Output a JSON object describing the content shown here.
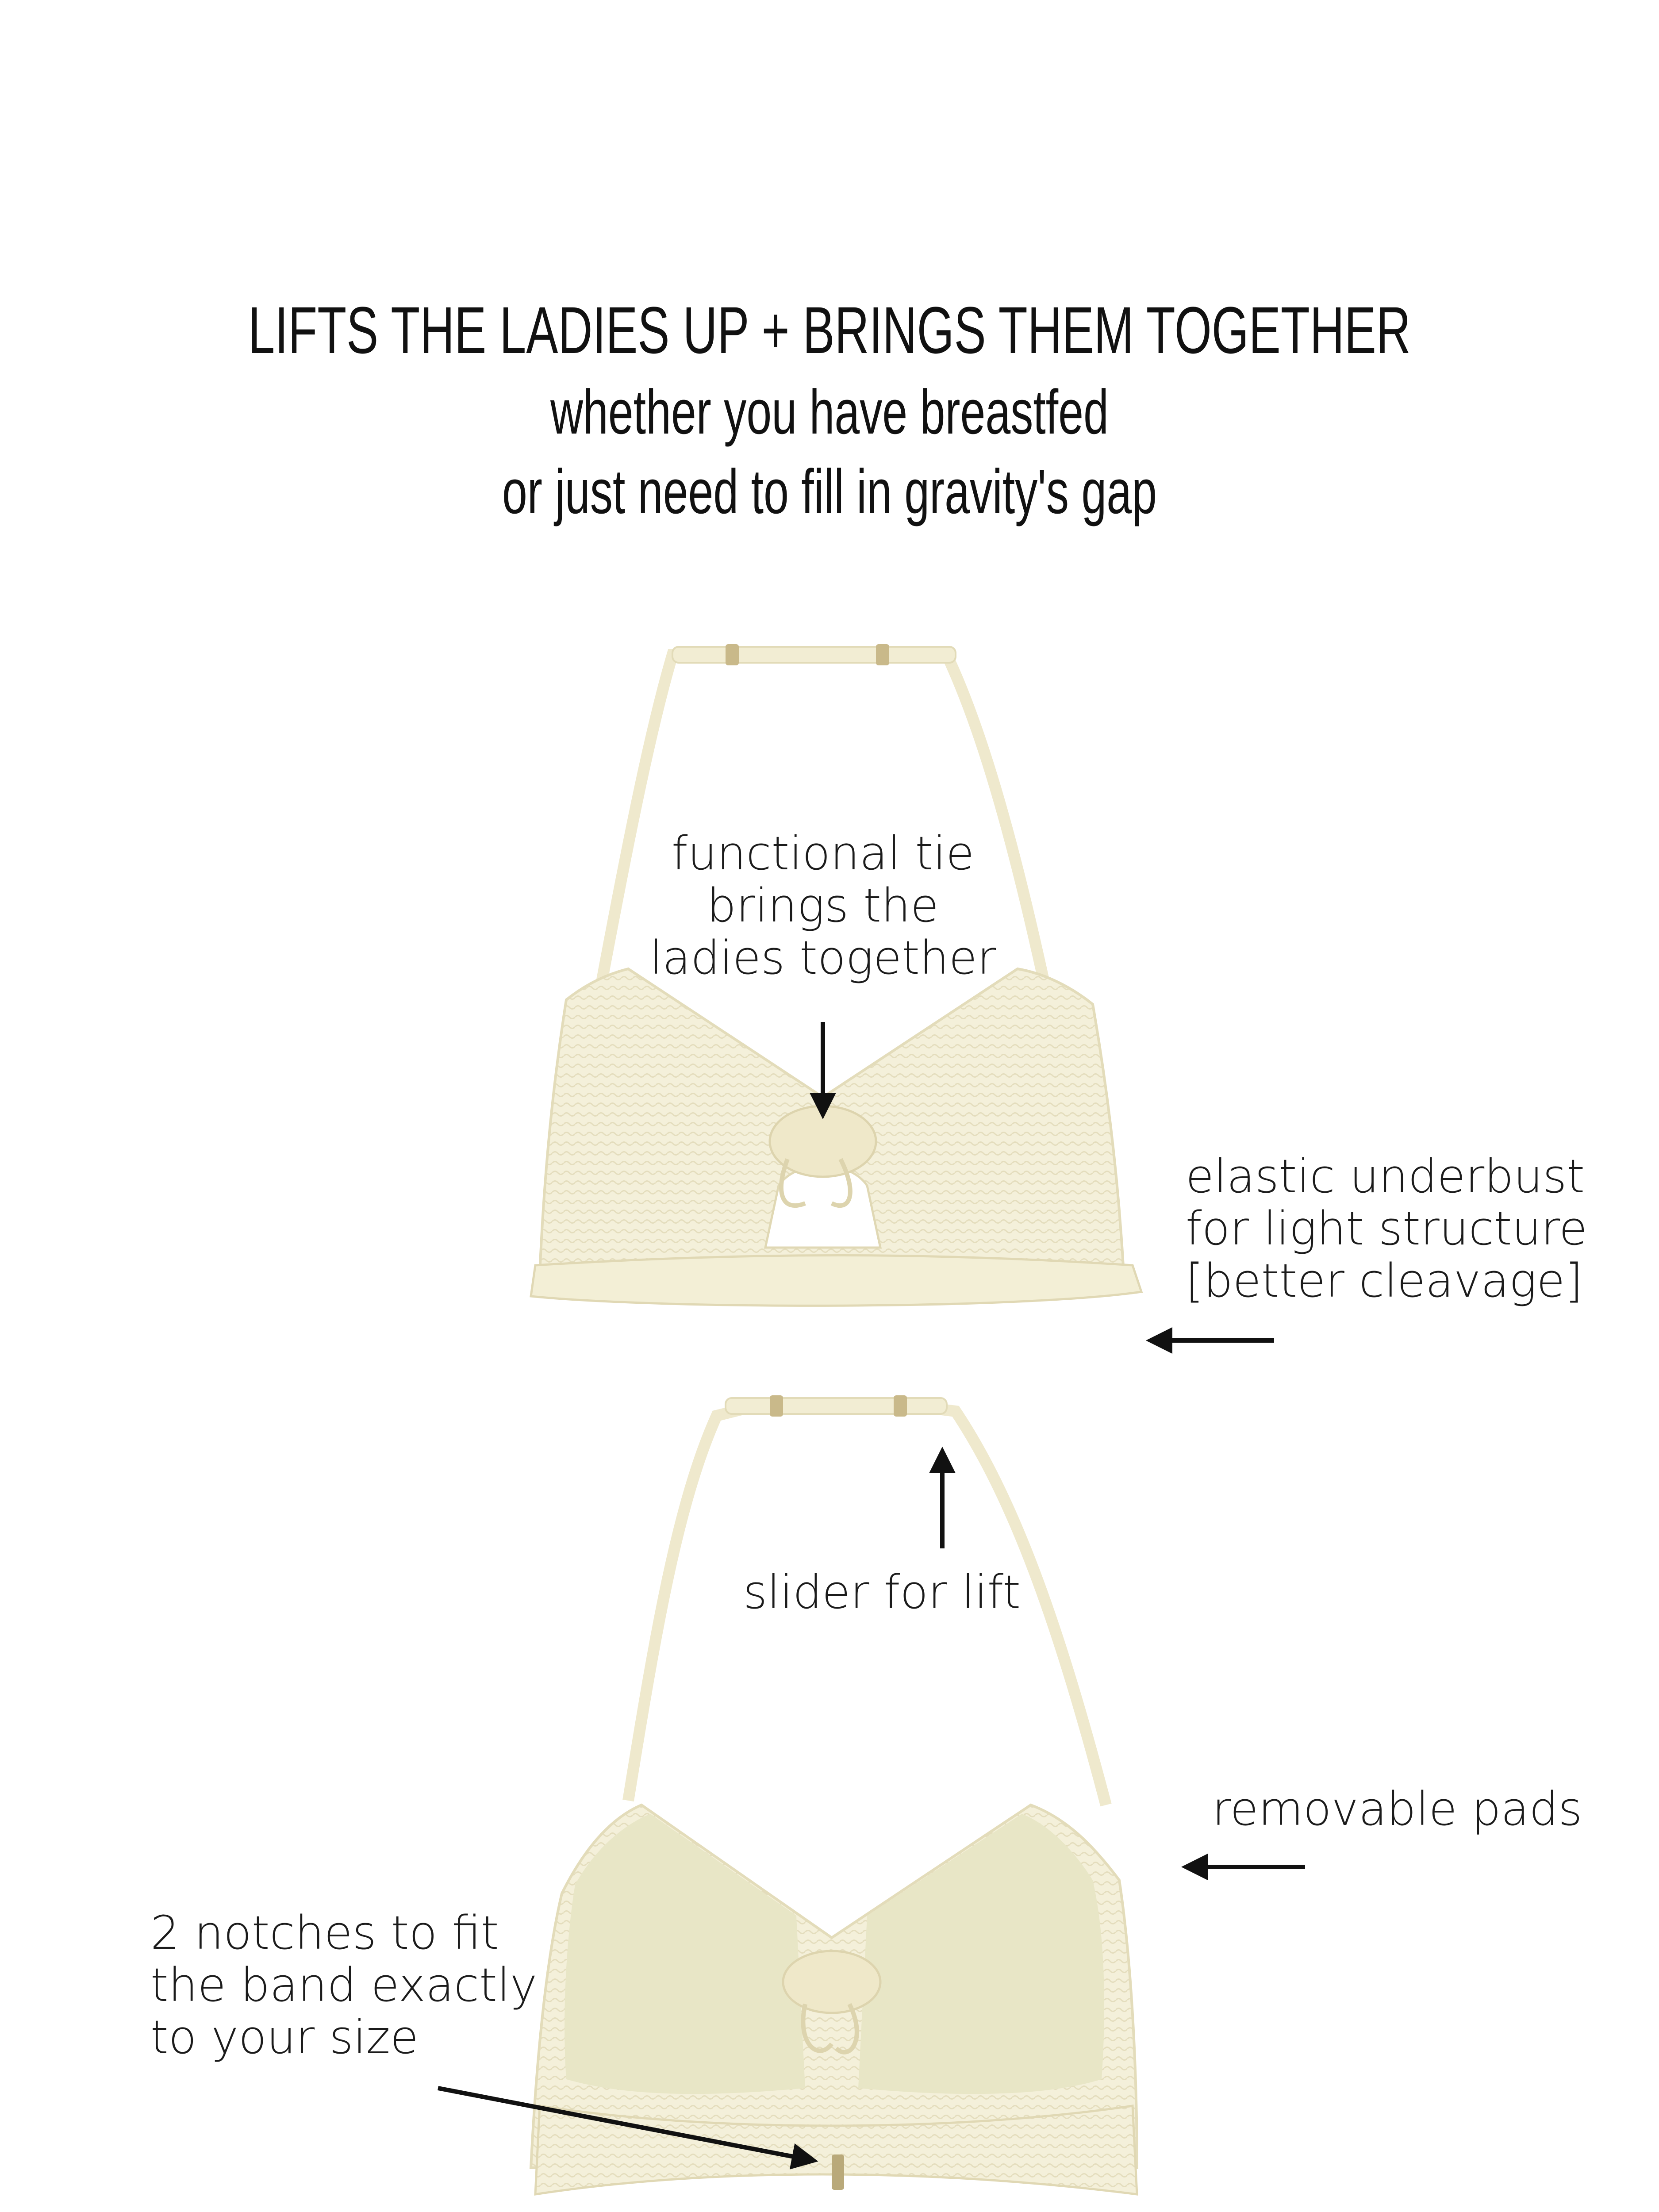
{
  "headline": {
    "line1": "LIFTS THE LADIES UP + BRINGS THEM TOGETHER",
    "line2": "whether you have breastfed",
    "line3": "or just need to fill in gravity's gap"
  },
  "annotations": {
    "tie": [
      "functional tie",
      "brings the",
      "ladies together"
    ],
    "underbust": [
      "elastic underbust",
      "for light structure",
      "[better cleavage]"
    ],
    "slider": [
      "slider for lift"
    ],
    "pads": [
      "removable pads"
    ],
    "notches": [
      "2 notches to fit",
      "the band exactly",
      "to your size"
    ]
  },
  "colors": {
    "fabric": "#f3efd6",
    "fabric_shadow": "#e6dfbc",
    "pad": "#e9e7c8",
    "text": "#111111"
  }
}
